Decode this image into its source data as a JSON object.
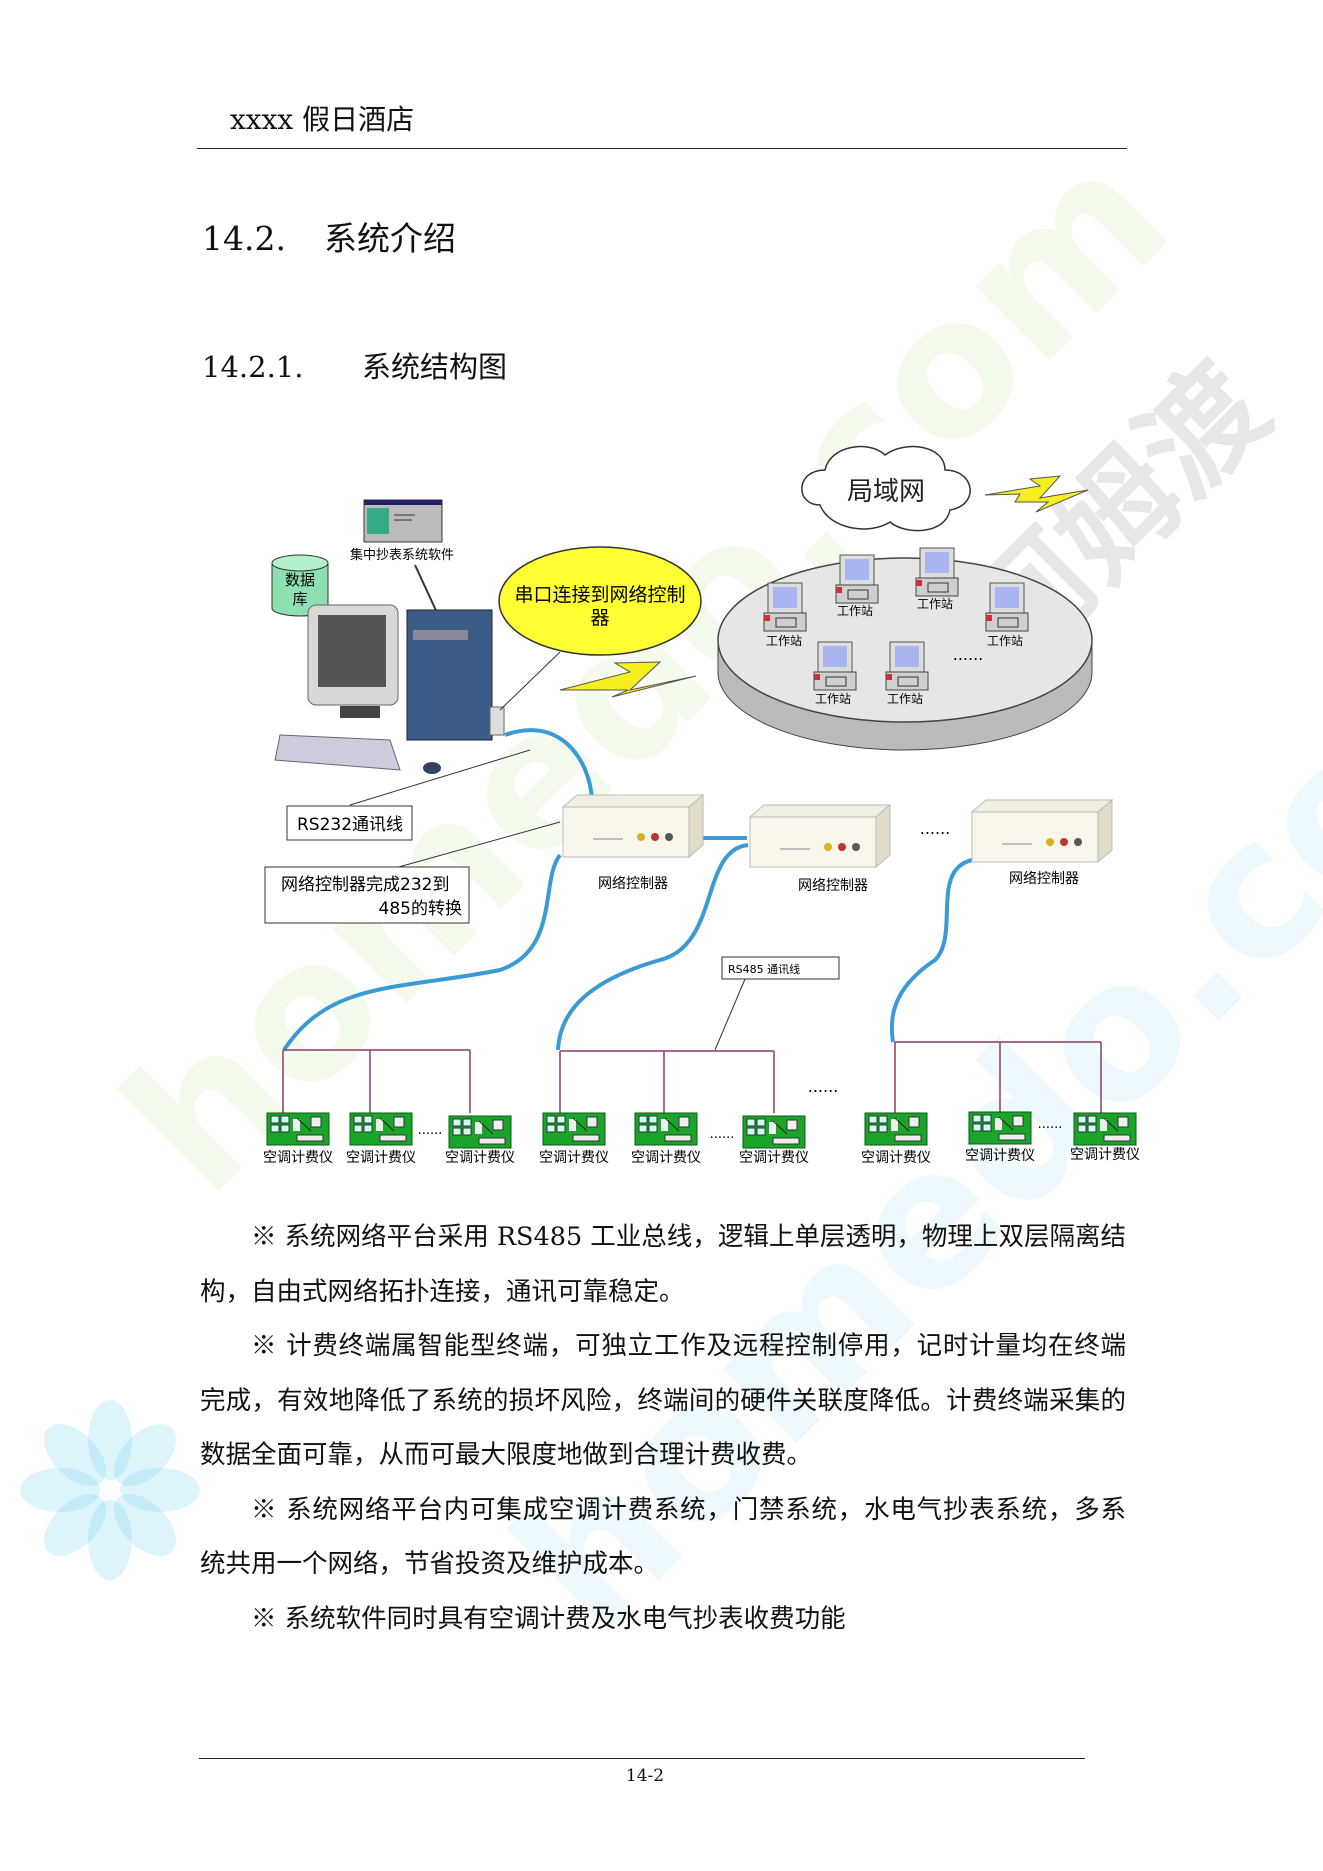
{
  "header": {
    "title": "xxxx 假日酒店"
  },
  "section": {
    "number": "14.2.",
    "title": "系统介绍"
  },
  "subsection": {
    "number": "14.2.1.",
    "title": "系统结构图"
  },
  "diagram": {
    "lan_cloud": "局域网",
    "software_label": "集中抄表系统软件",
    "database_label_1": "数据",
    "database_label_2": "库",
    "serial_callout_1": "串口连接到网络控制",
    "serial_callout_2": "器",
    "workstation_label": "工作站",
    "ellipsis": "......",
    "rs232_label": "RS232通讯线",
    "conversion_label_1": "网络控制器完成232到",
    "conversion_label_2": "485的转换",
    "controller_label": "网络控制器",
    "rs485_label": "RS485 通讯线",
    "meter_label": "空调计费仪"
  },
  "paragraphs": [
    "※ 系统网络平台采用 RS485 工业总线，逻辑上单层透明，物理上双层隔离结构，自由式网络拓扑连接，通讯可靠稳定。",
    "※ 计费终端属智能型终端，可独立工作及远程控制停用，记时计量均在终端完成，有效地降低了系统的损坏风险，终端间的硬件关联度降低。计费终端采集的数据全面可靠，从而可最大限度地做到合理计费收费。",
    "※ 系统网络平台内可集成空调计费系统，门禁系统，水电气抄表系统，多系统共用一个网络，节省投资及维护成本。",
    "※ 系统软件同时具有空调计费及水电气抄表收费功能"
  ],
  "footer": {
    "page_number": "14-2"
  },
  "watermark": {
    "site": "homedo.com",
    "brand": "河姆渡"
  },
  "colors": {
    "cable": "#3a9ad4",
    "bus": "#8a3a6a",
    "callout": "#ffff33",
    "meter": "#1aa52a"
  }
}
